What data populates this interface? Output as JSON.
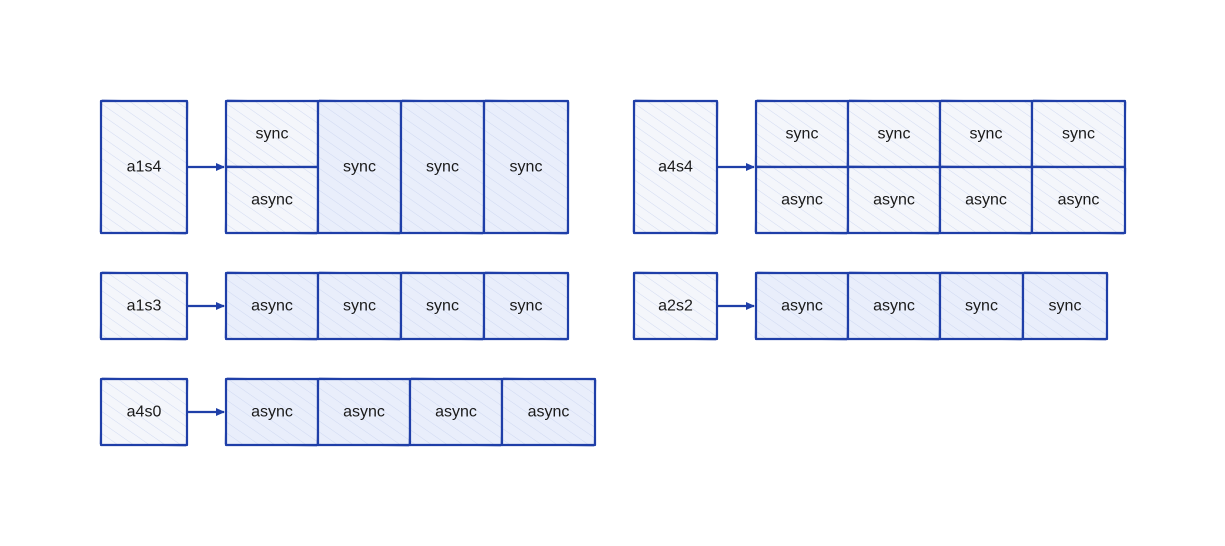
{
  "colors": {
    "stroke": "#1f3fa8",
    "label_fill": "#f4f6fb",
    "cell_fill": "#e9eefb",
    "text": "#1a1a1a"
  },
  "groups": [
    {
      "label": "a1s4",
      "cells": [
        {
          "top": "sync",
          "bottom": "async"
        },
        {
          "text": "sync"
        },
        {
          "text": "sync"
        },
        {
          "text": "sync"
        }
      ]
    },
    {
      "label": "a4s4",
      "cells": [
        {
          "top": "sync",
          "bottom": "async"
        },
        {
          "top": "sync",
          "bottom": "async"
        },
        {
          "top": "sync",
          "bottom": "async"
        },
        {
          "top": "sync",
          "bottom": "async"
        }
      ]
    },
    {
      "label": "a1s3",
      "cells": [
        {
          "text": "async"
        },
        {
          "text": "sync"
        },
        {
          "text": "sync"
        },
        {
          "text": "sync"
        }
      ]
    },
    {
      "label": "a2s2",
      "cells": [
        {
          "text": "async"
        },
        {
          "text": "async"
        },
        {
          "text": "sync"
        },
        {
          "text": "sync"
        }
      ]
    },
    {
      "label": "a4s0",
      "cells": [
        {
          "text": "async"
        },
        {
          "text": "async"
        },
        {
          "text": "async"
        },
        {
          "text": "async"
        }
      ]
    }
  ]
}
